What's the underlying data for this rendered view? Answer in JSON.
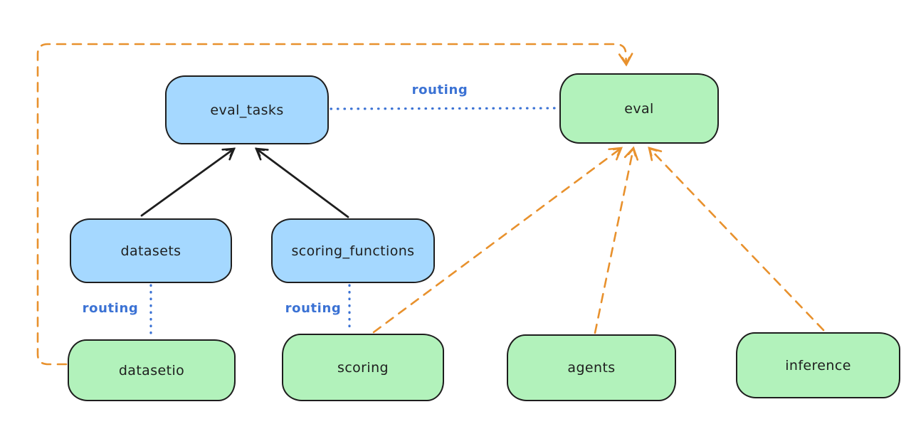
{
  "canvas": {
    "background": "#ffffff"
  },
  "colors": {
    "node_border": "#1e1e1e",
    "resource_node_fill_blue": "#a5d8ff",
    "api_node_fill_green": "#b2f2bb",
    "routing_blue": "#3b72d4",
    "provider_orange": "#e8912d",
    "arrow_black": "#1e1e1e"
  },
  "nodes": [
    {
      "id": "eval_tasks",
      "label": "eval_tasks",
      "fill": "#a5d8ff"
    },
    {
      "id": "eval",
      "label": "eval",
      "fill": "#b2f2bb"
    },
    {
      "id": "datasets",
      "label": "datasets",
      "fill": "#a5d8ff"
    },
    {
      "id": "scoring_functions",
      "label": "scoring_functions",
      "fill": "#a5d8ff"
    },
    {
      "id": "datasetio",
      "label": "datasetio",
      "fill": "#b2f2bb"
    },
    {
      "id": "scoring",
      "label": "scoring",
      "fill": "#b2f2bb"
    },
    {
      "id": "agents",
      "label": "agents",
      "fill": "#b2f2bb"
    },
    {
      "id": "inference",
      "label": "inference",
      "fill": "#b2f2bb"
    }
  ],
  "edge_labels": {
    "routing_eval_tasks_eval": "routing",
    "routing_datasets_datasetio": "routing",
    "routing_scoring_functions_scoring": "routing"
  },
  "edges": [
    {
      "from": "datasets",
      "to": "eval_tasks",
      "style": "solid-black-arrow"
    },
    {
      "from": "scoring_functions",
      "to": "eval_tasks",
      "style": "solid-black-arrow"
    },
    {
      "from": "eval_tasks",
      "to": "eval",
      "style": "dotted-blue",
      "label": "routing"
    },
    {
      "from": "datasets",
      "to": "datasetio",
      "style": "dotted-blue",
      "label": "routing"
    },
    {
      "from": "scoring_functions",
      "to": "scoring",
      "style": "dotted-blue",
      "label": "routing"
    },
    {
      "from": "datasetio",
      "to": "eval",
      "style": "dashed-orange-arrow",
      "route": "around-left-and-top"
    },
    {
      "from": "scoring",
      "to": "eval",
      "style": "dashed-orange-arrow"
    },
    {
      "from": "agents",
      "to": "eval",
      "style": "dashed-orange-arrow"
    },
    {
      "from": "inference",
      "to": "eval",
      "style": "dashed-orange-arrow"
    }
  ]
}
